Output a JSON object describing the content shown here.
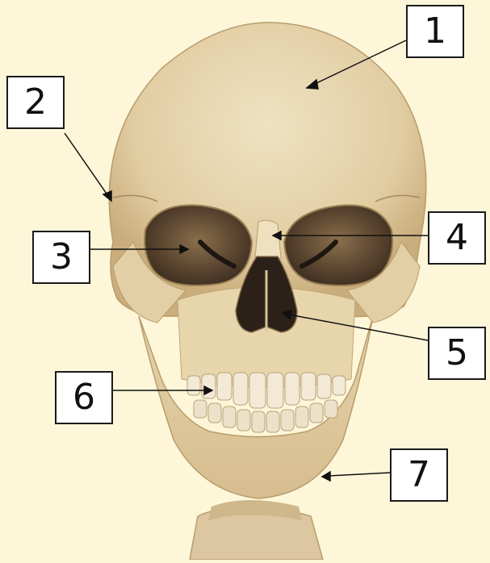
{
  "labels": [
    {
      "id": "1",
      "text": "1"
    },
    {
      "id": "2",
      "text": "2"
    },
    {
      "id": "3",
      "text": "3"
    },
    {
      "id": "4",
      "text": "4"
    },
    {
      "id": "5",
      "text": "5"
    },
    {
      "id": "6",
      "text": "6"
    },
    {
      "id": "7",
      "text": "7"
    }
  ],
  "colors": {
    "background": "#fdf6d8",
    "bone": "#e8d6ae",
    "bone_shadow": "#b89c6c",
    "cavity": "#3a2e22",
    "pointer": "#111111",
    "label_box": "#ffffff"
  }
}
